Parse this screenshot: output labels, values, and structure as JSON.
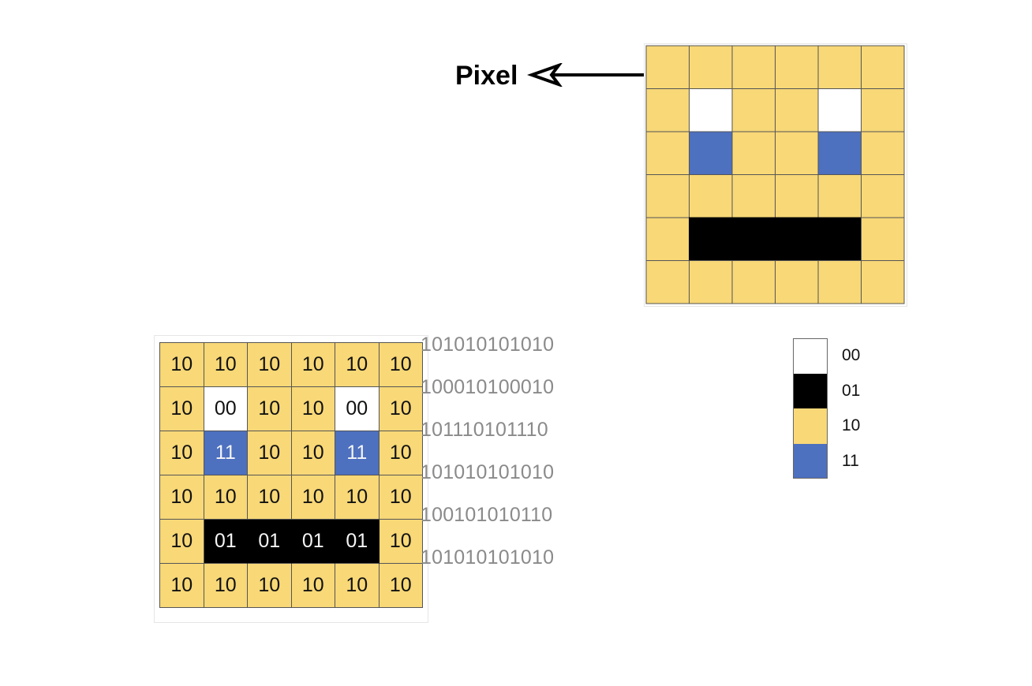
{
  "pixel_label": "Pixel",
  "colors": {
    "00": "#ffffff",
    "01": "#000000",
    "10": "#f8d877",
    "11": "#4d70bf"
  },
  "grid": [
    [
      "10",
      "10",
      "10",
      "10",
      "10",
      "10"
    ],
    [
      "10",
      "00",
      "10",
      "10",
      "00",
      "10"
    ],
    [
      "10",
      "11",
      "10",
      "10",
      "11",
      "10"
    ],
    [
      "10",
      "10",
      "10",
      "10",
      "10",
      "10"
    ],
    [
      "10",
      "01",
      "01",
      "01",
      "01",
      "10"
    ],
    [
      "10",
      "10",
      "10",
      "10",
      "10",
      "10"
    ]
  ],
  "binary_rows": [
    "101010101010",
    "100010100010",
    "101110101110",
    "101010101010",
    "100101010110",
    "101010101010"
  ],
  "legend": [
    {
      "code": "00",
      "label": "00"
    },
    {
      "code": "01",
      "label": "01"
    },
    {
      "code": "10",
      "label": "10"
    },
    {
      "code": "11",
      "label": "11"
    }
  ]
}
